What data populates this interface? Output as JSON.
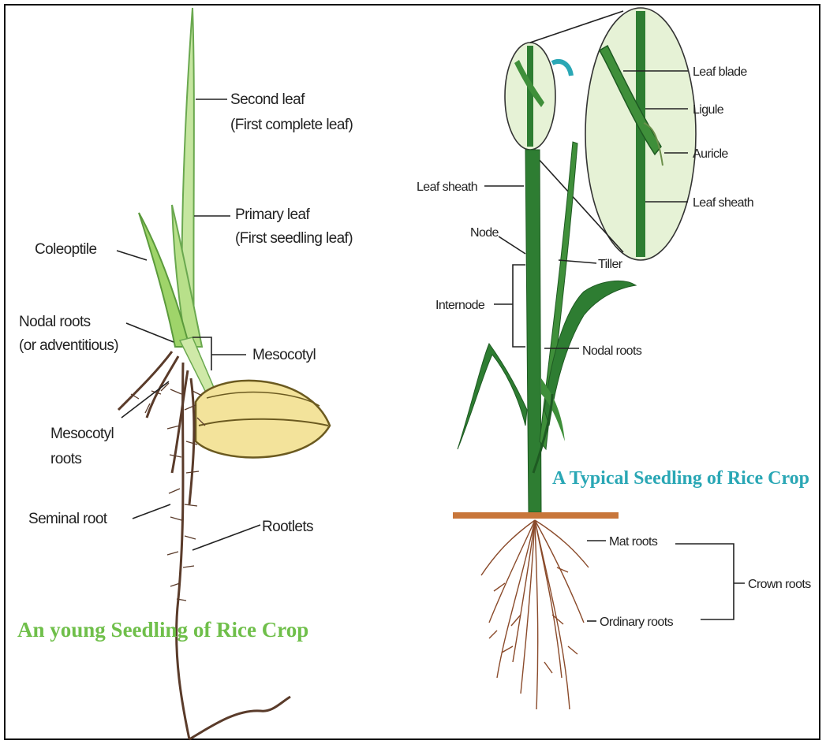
{
  "left_diagram": {
    "title": "An young Seedling of Rice Crop",
    "labels": {
      "second_leaf": "Second leaf",
      "second_leaf_sub": "(First complete leaf)",
      "primary_leaf": "Primary leaf",
      "primary_leaf_sub": "(First seedling leaf)",
      "coleoptile": "Coleoptile",
      "nodal_roots": "Nodal roots",
      "nodal_roots_sub": "(or adventitious)",
      "mesocotyl": "Mesocotyl",
      "mesocotyl_roots": "Mesocotyl",
      "mesocotyl_roots_sub": "roots",
      "seminal_root": "Seminal root",
      "rootlets": "Rootlets"
    }
  },
  "right_diagram": {
    "title": "A Typical Seedling of Rice Crop",
    "labels": {
      "leaf_blade": "Leaf blade",
      "ligule": "Ligule",
      "auricle": "Auricle",
      "leaf_sheath_inset": "Leaf sheath",
      "leaf_sheath": "Leaf sheath",
      "node": "Node",
      "tiller": "Tiller",
      "internode": "Internode",
      "nodal_roots": "Nodal roots",
      "mat_roots": "Mat roots",
      "ordinary_roots": "Ordinary roots",
      "crown_roots": "Crown roots"
    }
  },
  "colors": {
    "leaf_light": "#b8e08a",
    "leaf_dark": "#2e7d32",
    "seed": "#f3e39b",
    "root": "#5a3b2a",
    "soil": "#c8763a",
    "inset_fill": "#e6f2d6"
  }
}
